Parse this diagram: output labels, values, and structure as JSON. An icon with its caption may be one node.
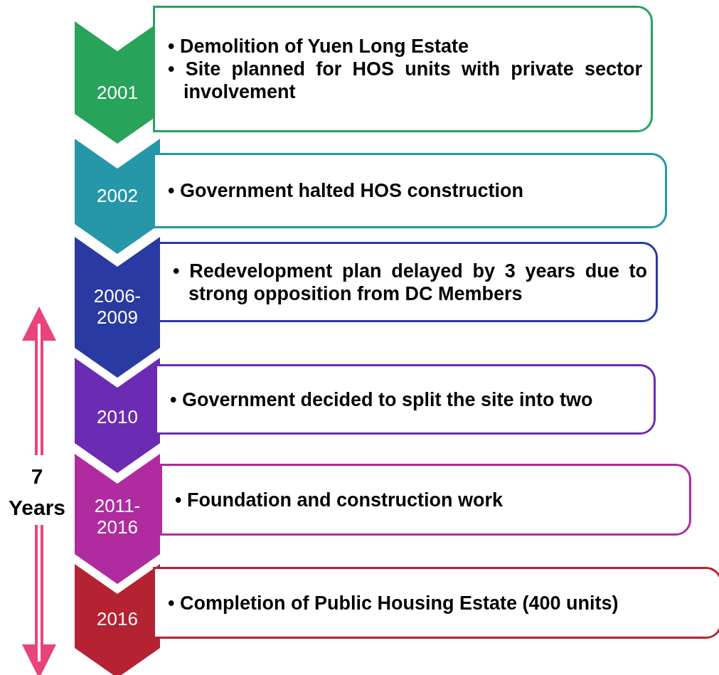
{
  "diagram": {
    "nodes": [
      {
        "text": [
          "2001"
        ]
      },
      {
        "text": [
          "• Demolition of Yuen Long Estate",
          "• Site planned for HOS units with private sector involvement"
        ]
      },
      {
        "text": [
          "2002"
        ]
      },
      {
        "text": [
          "• Government halted HOS construction"
        ]
      },
      {
        "text": [
          "2006-2009"
        ]
      },
      {
        "text": [
          "• Redevelopment plan delayed by 3 years due to strong opposition from DC Members"
        ]
      },
      {
        "text": [
          "2010"
        ]
      },
      {
        "text": [
          "• Government decided to split the site into two"
        ]
      },
      {
        "text": [
          "2011-2016"
        ]
      },
      {
        "text": [
          "• Foundation and construction work"
        ]
      },
      {
        "text": [
          "2016"
        ]
      },
      {
        "text": [
          "• Completion of Public Housing Estate (400 units)"
        ]
      }
    ],
    "labels": [
      "7 Years"
    ]
  }
}
